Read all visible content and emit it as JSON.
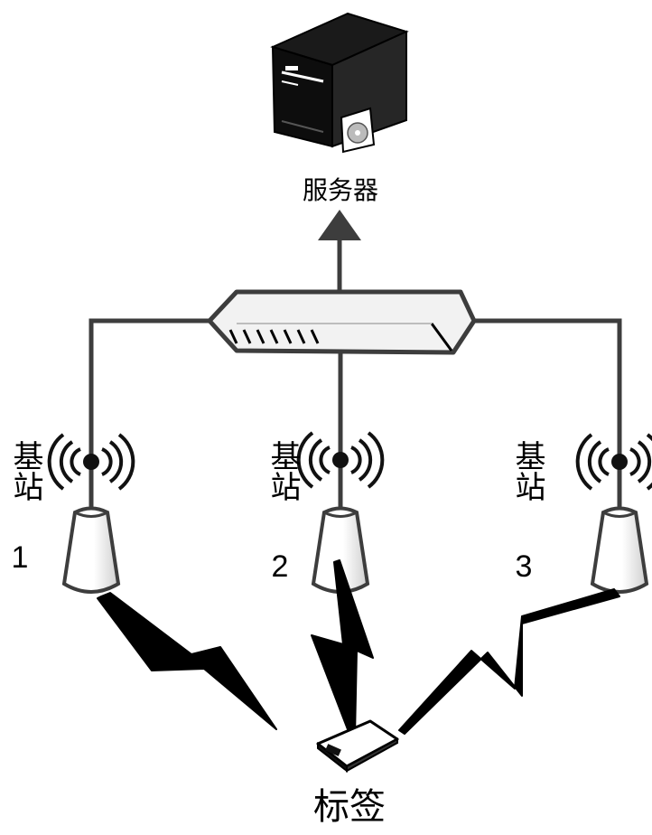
{
  "server": {
    "label": "服务器",
    "icon": "server-tower-icon"
  },
  "switch": {
    "icon": "network-switch-icon"
  },
  "stations": [
    {
      "label": "基站",
      "number": "1",
      "icon": "antenna-icon"
    },
    {
      "label": "基站",
      "number": "2",
      "icon": "antenna-icon"
    },
    {
      "label": "基站",
      "number": "3",
      "icon": "antenna-icon"
    }
  ],
  "tag": {
    "label": "标签",
    "icon": "tag-device-icon"
  },
  "colors": {
    "line": "#3d3d3d",
    "dark": "#111111",
    "switch_fill": "#f2f2f2"
  }
}
